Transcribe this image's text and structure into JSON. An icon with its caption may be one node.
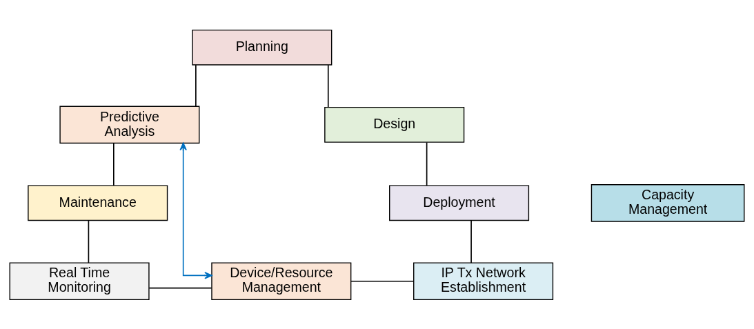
{
  "diagram": {
    "nodes": [
      {
        "text": [
          "Planning"
        ]
      },
      {
        "text": [
          "Predictive Analysis"
        ]
      },
      {
        "text": [
          "Design"
        ]
      },
      {
        "text": [
          "Capacity Management"
        ]
      },
      {
        "text": [
          "Deployment"
        ]
      },
      {
        "text": [
          "Maintenance"
        ]
      },
      {
        "text": [
          "Real Time Monitoring"
        ]
      },
      {
        "text": [
          "Device/Resource Management"
        ]
      },
      {
        "text": [
          "IP Tx Network Establishment"
        ]
      }
    ],
    "edges": [
      {
        "from": 0,
        "to": 1,
        "arrow": "none"
      },
      {
        "from": 0,
        "to": 2,
        "arrow": "none"
      },
      {
        "from": 1,
        "to": 5,
        "arrow": "none"
      },
      {
        "from": 2,
        "to": 4,
        "arrow": "none"
      },
      {
        "from": 5,
        "to": 6,
        "arrow": "none"
      },
      {
        "from": 4,
        "to": 8,
        "arrow": "none"
      },
      {
        "from": 6,
        "to": 7,
        "arrow": "none"
      },
      {
        "from": 7,
        "to": 8,
        "arrow": "none"
      },
      {
        "from": 7,
        "to": 1,
        "arrow": "both",
        "color": "#0070c0"
      }
    ]
  }
}
